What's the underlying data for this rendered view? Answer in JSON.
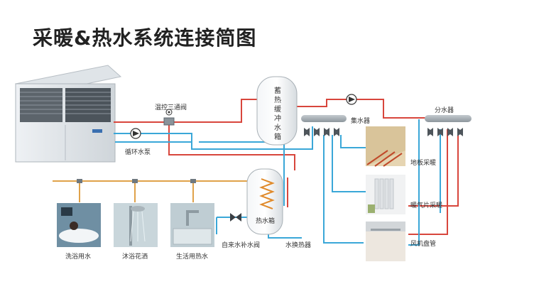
{
  "title": "采暖&热水系统连接简图",
  "labels": {
    "three_way_valve": "温控三通阀",
    "circulation_pump": "循环水泵",
    "buffer_tank": "蓄热缓冲水箱",
    "water_collector": "集水器",
    "water_distributor": "分水器",
    "floor_heating": "地板采暖",
    "radiator": "暖气片采暖",
    "fan_coil": "风机盘管",
    "hot_water_tank": "热水箱",
    "make_up_valve": "自来水补水阀",
    "heat_exchanger": "水换热器",
    "bath": "洗浴用水",
    "shower": "沐浴花洒",
    "domestic_hot_water": "生活用热水"
  },
  "colors": {
    "hot_pipe": "#d8463c",
    "cold_pipe": "#3aa7d8",
    "supply_pipe": "#e0a24a",
    "manifold": "#9aa3aa"
  }
}
